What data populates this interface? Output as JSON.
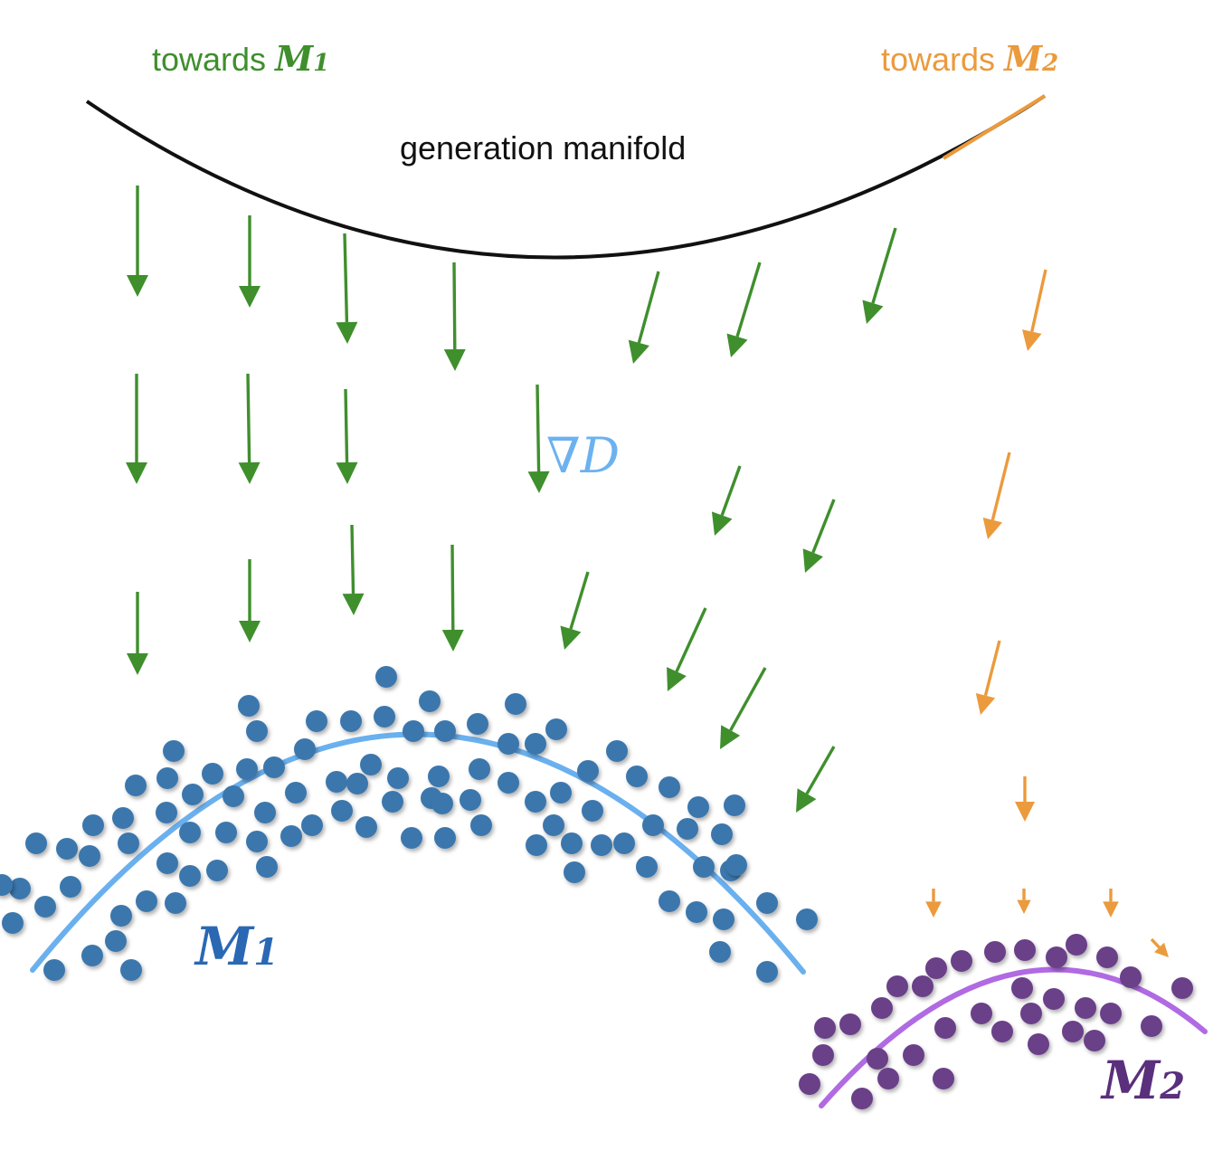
{
  "labels": {
    "towards_m1_prefix": "towards ",
    "towards_m1_var": "M",
    "towards_m1_sub": "1",
    "towards_m2_prefix": "towards ",
    "towards_m2_var": "M",
    "towards_m2_sub": "2",
    "generation_manifold": "generation manifold",
    "gradient_symbol": "∇",
    "gradient_var": "D",
    "m1_var": "M",
    "m1_sub": "1",
    "m2_var": "M",
    "m2_sub": "2"
  },
  "colors": {
    "green": "#3f8f2d",
    "orange": "#eb9a3c",
    "manifold_curve": "#111111",
    "m1_dots": "#3a77ad",
    "m1_curve": "#6ab0ee",
    "m1_label": "#2a68b4",
    "m2_dots": "#6a3f88",
    "m2_curve": "#b06ae2",
    "m2_label": "#5a2f7c",
    "gradient_label": "#6cb2f0"
  }
}
